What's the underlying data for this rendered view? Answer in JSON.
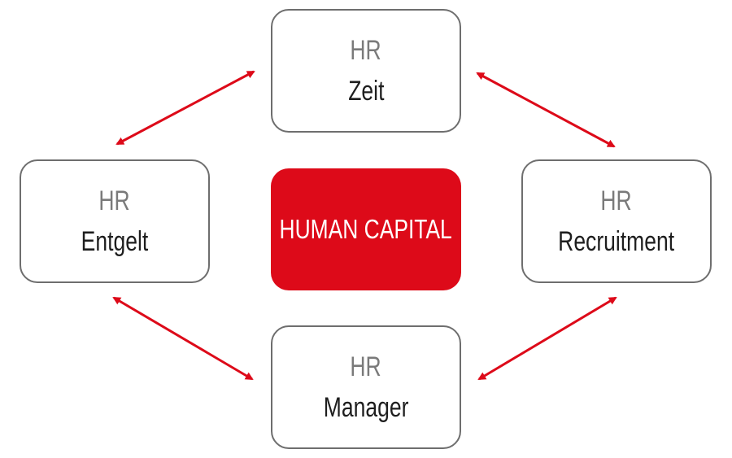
{
  "colors": {
    "accent": "#dd0a19",
    "arrow": "#dd0a19",
    "border": "#6e6e6e",
    "prefix_text": "#7a7a7a",
    "name_text": "#1e1e1e"
  },
  "center": {
    "label": "HUMAN CAPITAL"
  },
  "nodes": {
    "zeit": {
      "prefix": "HR",
      "name": "Zeit"
    },
    "entgelt": {
      "prefix": "HR",
      "name": "Entgelt"
    },
    "recruitment": {
      "prefix": "HR",
      "name": "Recruitment"
    },
    "manager": {
      "prefix": "HR",
      "name": "Manager"
    }
  },
  "connections": [
    {
      "from": "zeit",
      "to": "entgelt",
      "type": "bidirectional-arrow"
    },
    {
      "from": "zeit",
      "to": "recruitment",
      "type": "bidirectional-arrow"
    },
    {
      "from": "entgelt",
      "to": "manager",
      "type": "bidirectional-arrow"
    },
    {
      "from": "recruitment",
      "to": "manager",
      "type": "bidirectional-arrow"
    }
  ]
}
